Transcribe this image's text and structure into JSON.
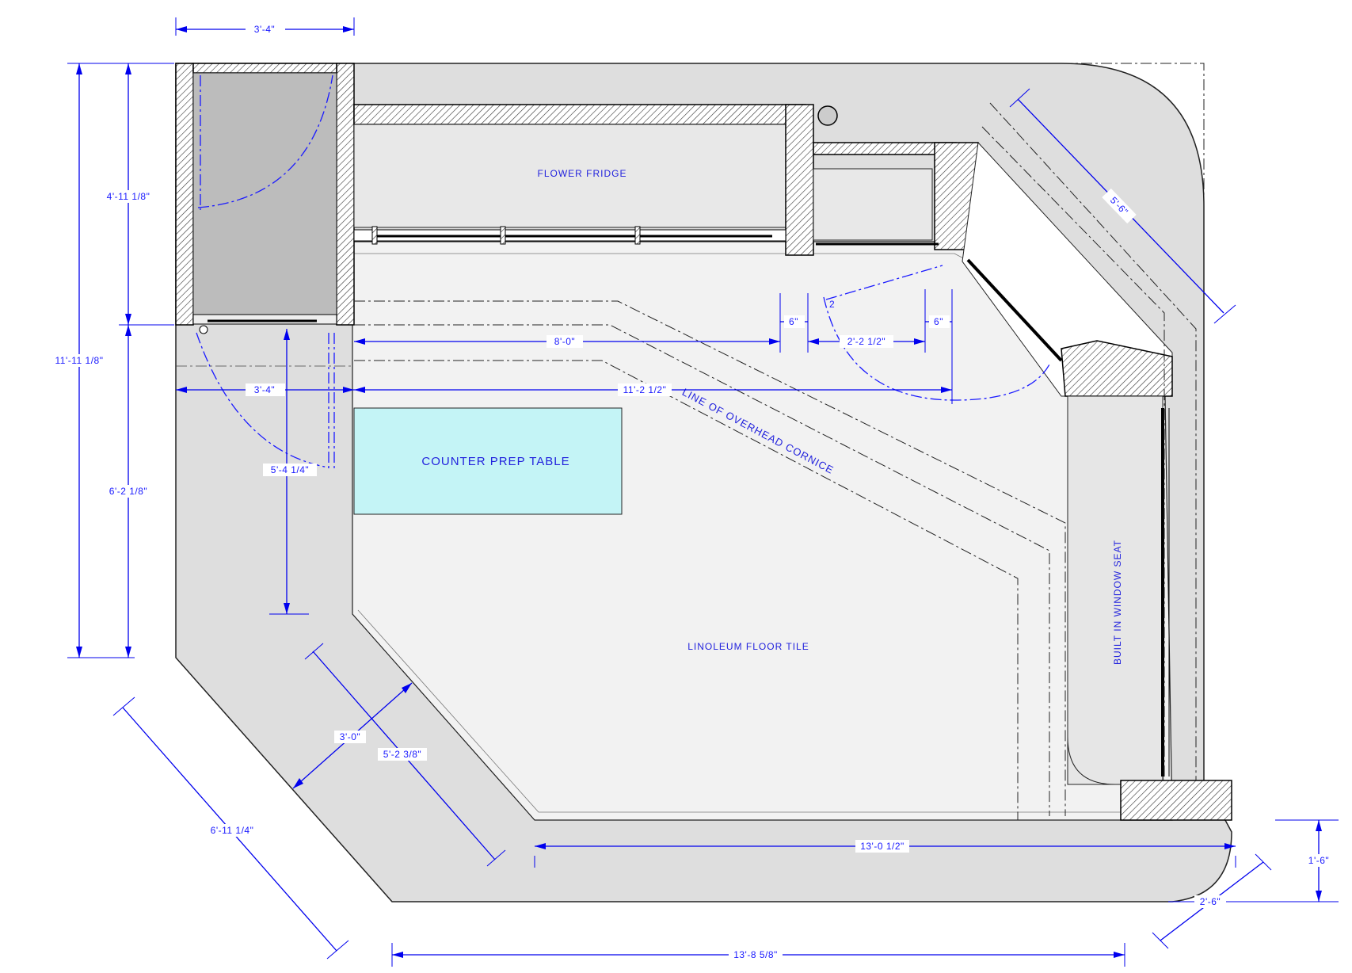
{
  "labels": {
    "flower_fridge": "FLOWER FRIDGE",
    "counter_prep_table": "COUNTER PREP TABLE",
    "line_of_overhead_cornice": "LINE OF OVERHEAD CORNICE",
    "linoleum_floor_tile": "LINOLEUM FLOOR TILE",
    "built_in_window_seat": "BUILT IN WINDOW SEAT"
  },
  "dimensions": {
    "top_width": "3'-4\"",
    "overall_height": "11'-11 1/8\"",
    "upper_height": "4'-11 1/8\"",
    "lower_height": "6'-2 1/8\"",
    "left_width": "3'-4\"",
    "counter_run": "8'-0\"",
    "full_run": "11'-2 1/2\"",
    "door_drop": "5'-4 1/4\"",
    "gap_left": "6\"",
    "door_width": "2'-2 1/2\"",
    "gap_right": "6\"",
    "corner_diag": "5'-6\"",
    "aisle_width": "3'-0\"",
    "angled_wall": "5'-2 3/8\"",
    "outer_diag": "6'-11 1/4\"",
    "bottom_inner": "13'-0 1/2\"",
    "bottom_overall": "13'-8 5/8\"",
    "corner_depth": "1'-6\"",
    "corner_width": "2'-6\""
  },
  "door_swing_number": "2",
  "colors": {
    "dimension_blue": "#0000ee",
    "counter_fill": "#c4f4f6",
    "floor_fill": "#f2f2f2",
    "walkway_fill": "#dedede",
    "cooler_fill": "#bcbcbc"
  }
}
